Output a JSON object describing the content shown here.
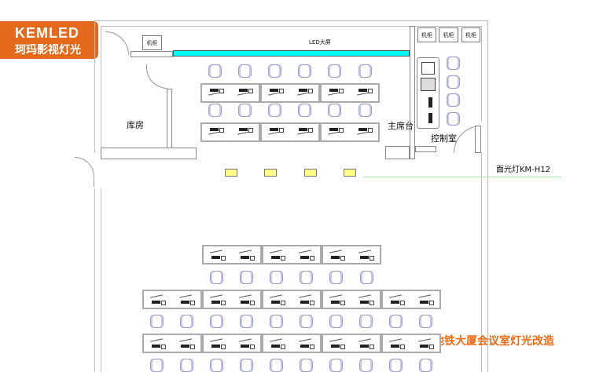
{
  "logo": {
    "brand": "KEMLED",
    "name_cn": "珂玛影视灯光",
    "color": "#e4691c"
  },
  "rooms": {
    "storage": "库房",
    "chair_stage": "主席台",
    "control_room": "控制室"
  },
  "cabinets": {
    "label": "机柜",
    "left": "机柜",
    "control": [
      "机柜",
      "机柜",
      "机柜"
    ]
  },
  "screen": {
    "label": "LED大屏",
    "color": "#00ffff"
  },
  "light": {
    "label": "面光灯KM-H12",
    "count": 4,
    "color": "#ffff88"
  },
  "title": {
    "text": "北京地铁大厦会议室灯光改造",
    "color": "#f06a12"
  },
  "layout_counts": {
    "front_rows": 2,
    "front_groups": 3,
    "back_rows": [
      3,
      5,
      5
    ]
  }
}
